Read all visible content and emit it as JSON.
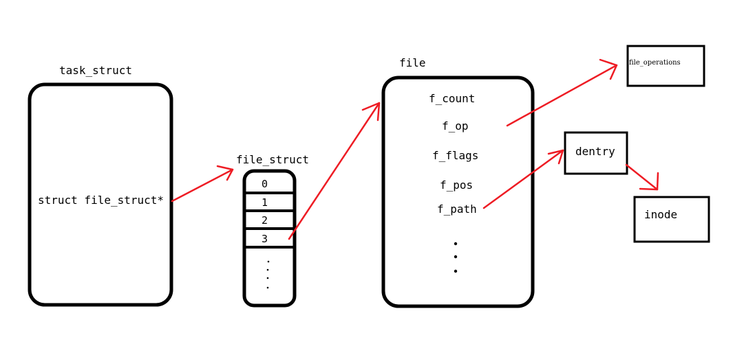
{
  "task_struct": {
    "title": "task_struct",
    "field": "struct file_struct*"
  },
  "file_struct": {
    "title": "file_struct",
    "slots": [
      "0",
      "1",
      "2",
      "3"
    ]
  },
  "file": {
    "title": "file",
    "fields": [
      "f_count",
      "f_op",
      "f_flags",
      "f_pos",
      "f_path"
    ]
  },
  "file_operations": {
    "label": "file_operations"
  },
  "dentry": {
    "label": "dentry"
  },
  "inode": {
    "label": "inode"
  },
  "colors": {
    "arrow": "#ee1c24",
    "stroke": "#000000",
    "background": "#ffffff"
  }
}
